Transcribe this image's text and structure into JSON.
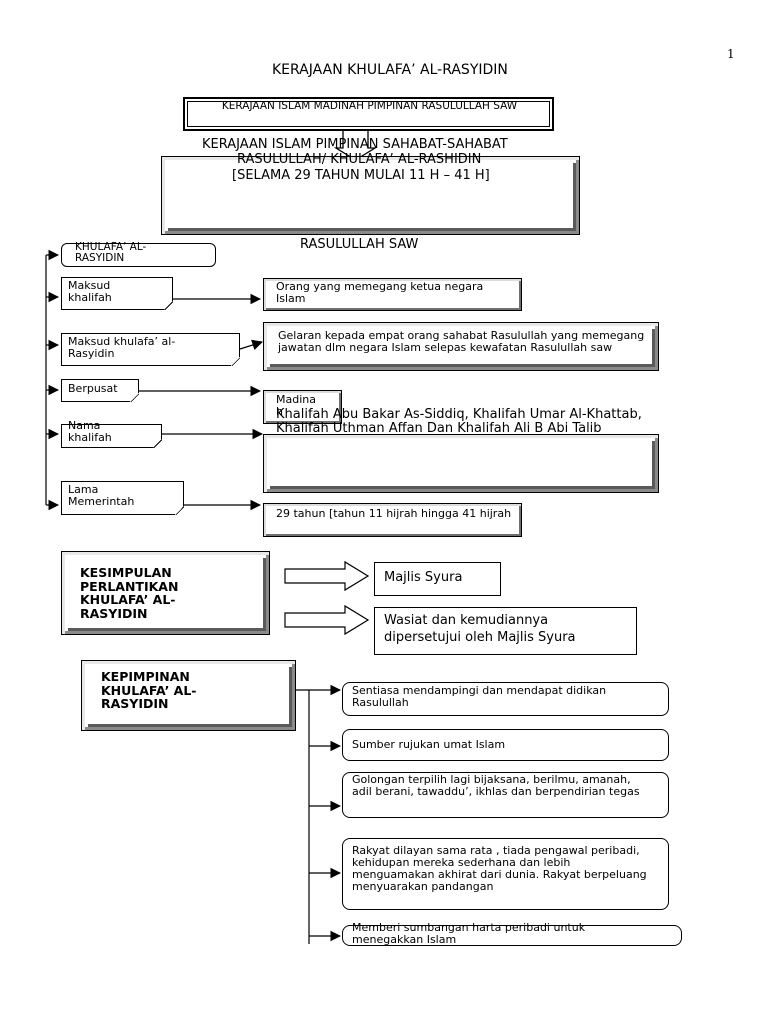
{
  "page_number": "1",
  "title": "KERAJAAN KHULAFA’ AL-RASYIDIN",
  "top_box": "KERAJAAN ISLAM MADINAH PIMPINAN RASULULLAH SAW",
  "middle_box": {
    "line1": "KERAJAAN ISLAM  PIMPINAN  SAHABAT-SAHABAT",
    "line2": "RASULULLAH/ KHULAFA’ AL-RASHIDIN",
    "line3": "[SELAMA 29 TAHUN MULAI 11 H – 41 H]"
  },
  "rasulullah_label": "RASULULLAH SAW",
  "tree": {
    "root": "KHULAFA’ AL-RASYIDIN",
    "items": [
      {
        "label": "Maksud khalifah",
        "value": "Orang yang memegang ketua negara Islam"
      },
      {
        "label": "Maksud khulafa’ al-Rasyidin",
        "value": "Gelaran kepada empat orang sahabat Rasulullah yang memegang jawatan dlm negara Islam selepas kewafatan Rasulullah saw"
      },
      {
        "label": "Berpusat",
        "value": "Madinah"
      },
      {
        "label": "Nama khalifah",
        "value": "Khalifah Abu Bakar As-Siddiq, Khalifah Umar Al-Khattab, Khalifah Uthman Affan Dan Khalifah Ali B Abi Talib"
      },
      {
        "label": "Lama Memerintah",
        "value": "29 tahun [tahun 11 hijrah hingga 41 hijrah"
      }
    ]
  },
  "kesimpulan": {
    "title": "KESIMPULAN PERLANTIKAN KHULAFA’ AL-RASYIDIN",
    "outcomes": [
      "Majlis Syura",
      "Wasiat dan kemudiannya dipersetujui oleh Majlis Syura"
    ]
  },
  "kepimpinan": {
    "title": "KEPIMPINAN KHULAFA’ AL-RASYIDIN",
    "items": [
      "Sentiasa mendampingi dan mendapat didikan Rasulullah",
      "Sumber rujukan umat Islam",
      "Golongan terpilih lagi bijaksana, berilmu, amanah, adil berani, tawaddu’, ikhlas dan berpendirian tegas",
      "Rakyat dilayan sama rata , tiada pengawal peribadi, kehidupan mereka sederhana dan lebih menguamakan akhirat dari dunia. Rakyat berpeluang menyuarakan pandangan",
      "Memberi sumbangan harta peribadi untuk menegakkan Islam"
    ]
  }
}
